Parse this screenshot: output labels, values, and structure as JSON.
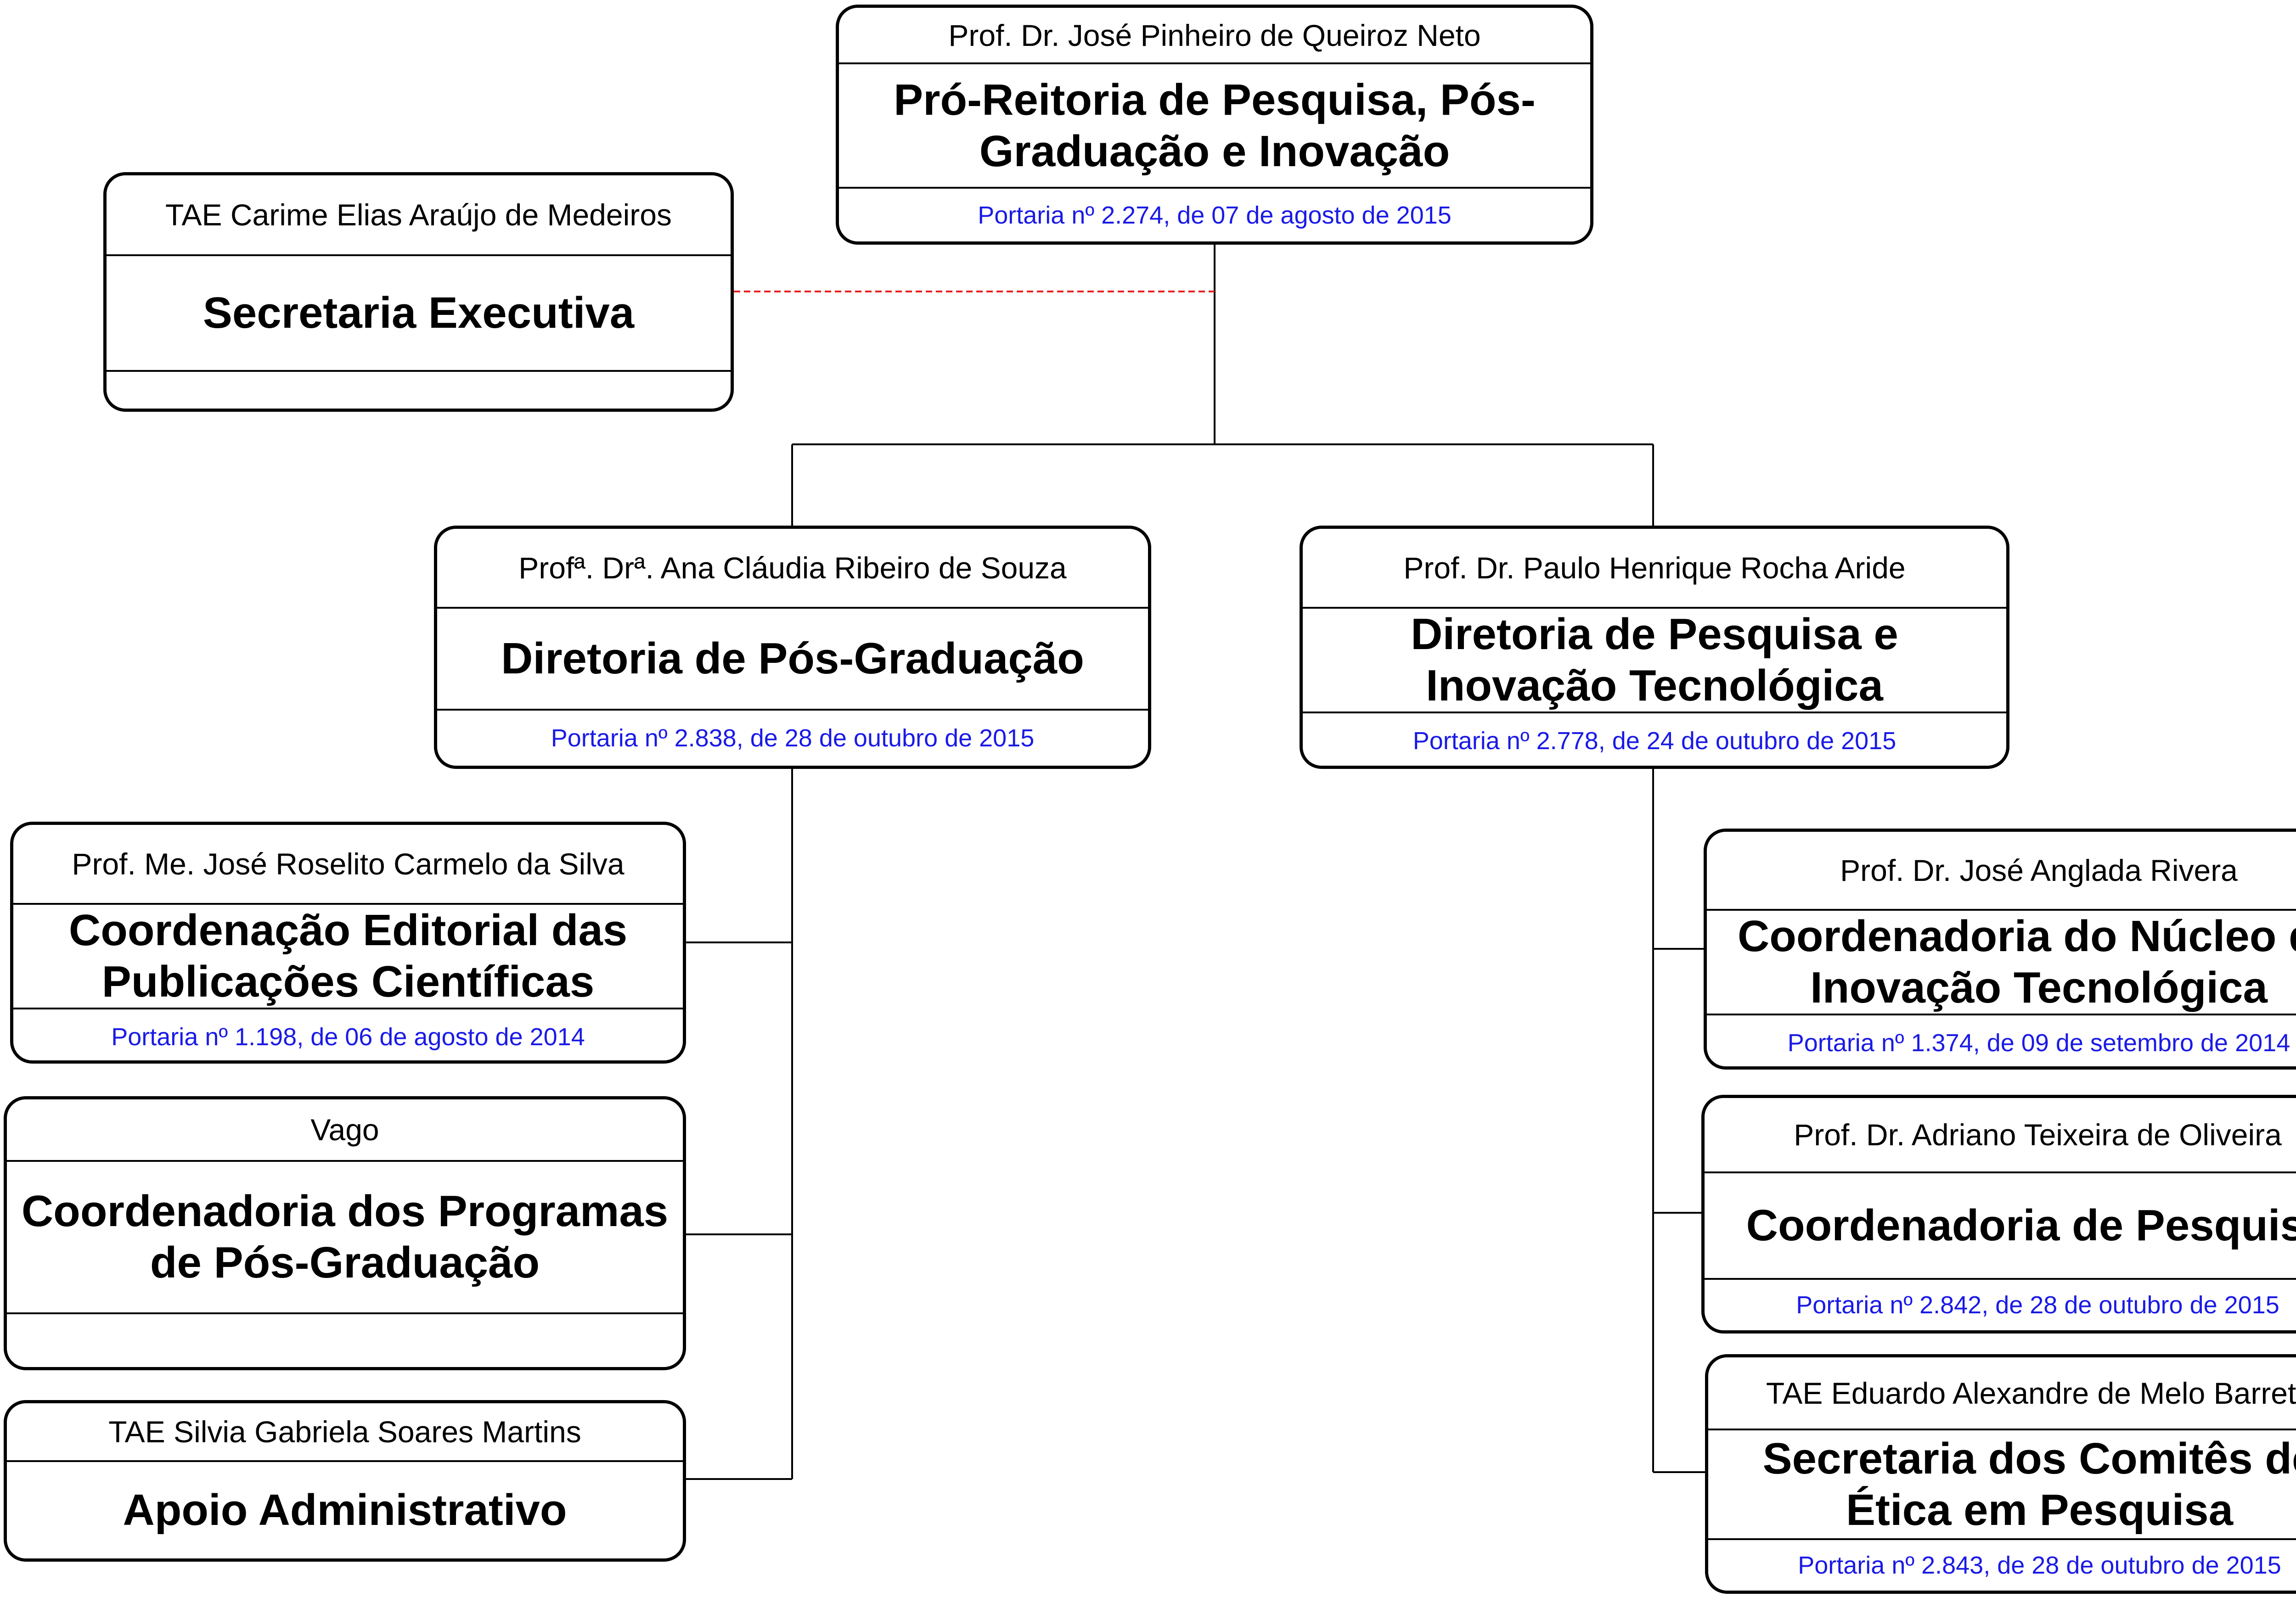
{
  "colors": {
    "line": "#000000",
    "dashed_line": "#e62020",
    "portaria_text": "#1a1ae6"
  },
  "root": {
    "person": "Prof. Dr. José Pinheiro de Queiroz Neto",
    "title": "Pró-Reitoria de Pesquisa, Pós-Graduação e Inovação",
    "portaria": "Portaria nº 2.274, de 07 de agosto de 2015"
  },
  "staff": {
    "person": "TAE Carime Elias Araújo de Medeiros",
    "title": "Secretaria Executiva",
    "portaria": ""
  },
  "dpg": {
    "person": "Profª. Drª. Ana Cláudia Ribeiro de Souza",
    "title": "Diretoria de Pós-Graduação",
    "portaria": "Portaria nº 2.838, de 28 de outubro de 2015",
    "children": [
      {
        "person": "Prof. Me. José Roselito Carmelo da Silva",
        "title": "Coordenação Editorial das Publicações Científicas",
        "portaria": "Portaria nº 1.198, de 06 de agosto de 2014"
      },
      {
        "person": "Vago",
        "title": "Coordenadoria dos Programas de Pós-Graduação",
        "portaria": ""
      },
      {
        "person": "TAE Silvia Gabriela Soares Martins",
        "title": "Apoio Administrativo",
        "portaria": ""
      }
    ]
  },
  "dpi": {
    "person": "Prof. Dr. Paulo Henrique Rocha Aride",
    "title": "Diretoria de Pesquisa e Inovação Tecnológica",
    "portaria": "Portaria nº 2.778, de 24 de outubro de 2015",
    "children": [
      {
        "person": "Prof. Dr. José Anglada Rivera",
        "title": "Coordenadoria do Núcleo de Inovação Tecnológica",
        "portaria": "Portaria nº 1.374, de 09 de setembro de 2014"
      },
      {
        "person": "Prof. Dr. Adriano Teixeira de Oliveira",
        "title": "Coordenadoria de Pesquisa",
        "portaria": "Portaria nº 2.842, de 28 de outubro de 2015"
      },
      {
        "person": "TAE Eduardo Alexandre de Melo Barreto",
        "title": "Secretaria dos Comitês de Ética em Pesquisa",
        "portaria": "Portaria nº 2.843, de 28 de outubro de 2015"
      }
    ]
  }
}
